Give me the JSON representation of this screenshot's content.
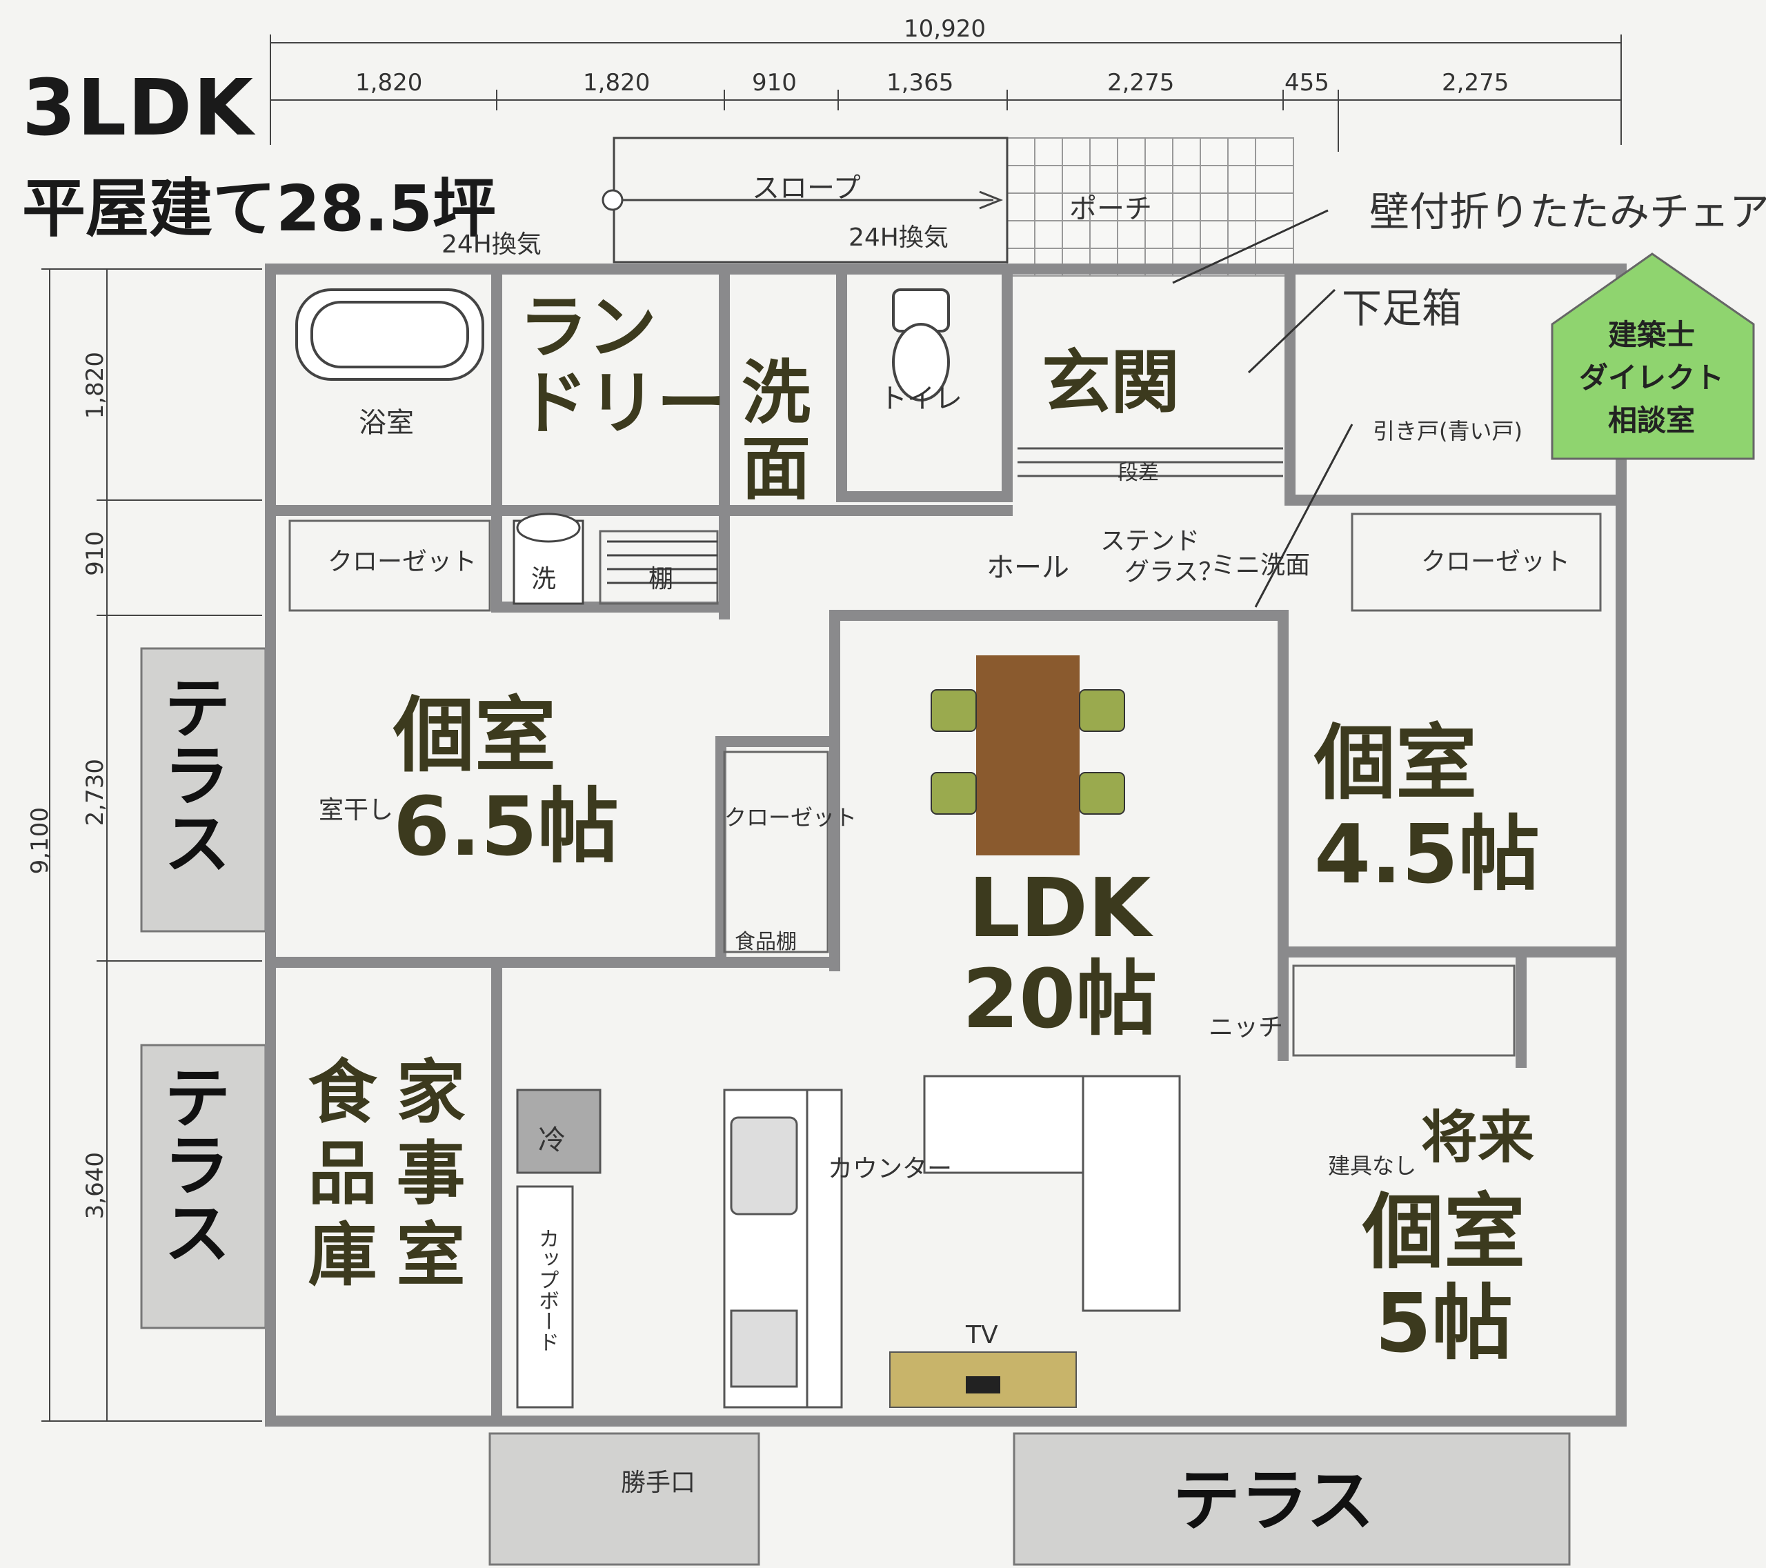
{
  "header": {
    "layout_type": "3LDK",
    "subtitle": "平屋建て28.5坪"
  },
  "badge": {
    "lines": [
      "建築士",
      "ダイレクト",
      "相談室"
    ],
    "color": "#8fd46f"
  },
  "dimensions": {
    "overall": "10,920",
    "top": [
      "1,820",
      "1,820",
      "910",
      "1,365",
      "2,275",
      "455",
      "2,275"
    ],
    "overall_side": "9,100",
    "side": [
      "1,820",
      "910",
      "2,730",
      "3,640"
    ]
  },
  "rooms": {
    "laundry": "ランドリー",
    "laundry_line1": "ラン",
    "laundry_line2": "ドリー",
    "washroom_line1": "洗",
    "washroom_line2": "面",
    "entrance": "玄関",
    "room1_name": "個室",
    "room1_size": "6.5帖",
    "room2_name": "個室",
    "room2_size": "4.5帖",
    "ldk_name": "LDK",
    "ldk_size": "20帖",
    "kitchen_col1": "家事室",
    "kitchen_col2": "食品庫",
    "future_label": "将来",
    "future_name": "個室",
    "future_size": "5帖",
    "terrace": "テラス"
  },
  "labels": {
    "slope": "スロープ",
    "porch": "ポーチ",
    "vent1": "24H換気",
    "vent2": "24H換気",
    "bath": "浴室",
    "toilet": "トイレ",
    "closet": "クローゼット",
    "closet_mid": "クローゼット",
    "washer": "洗",
    "shelf": "棚",
    "hall": "ホール",
    "stained": "ステンド",
    "stained2": "グラス？",
    "mini_wash": "ミニ洗面",
    "sliding_door": "引き戸(青い戸)",
    "indoor_dry": "室干し",
    "pantry_shelf": "食品棚",
    "niche": "ニッチ",
    "counter": "カウンター",
    "fridge": "冷",
    "cupboard": "カップボード",
    "no_fittings": "建具なし",
    "tv": "TV",
    "service_door": "勝手口",
    "step": "段差",
    "folding_chair": "壁付折りたたみチェアー",
    "shoe_box": "下足箱"
  },
  "colors": {
    "wall": "#8a8a8c",
    "table": "#8a5a2e",
    "chair": "#9aaa4e",
    "tv_board": "#c8b46a",
    "terrace": "#d2d2d0"
  }
}
